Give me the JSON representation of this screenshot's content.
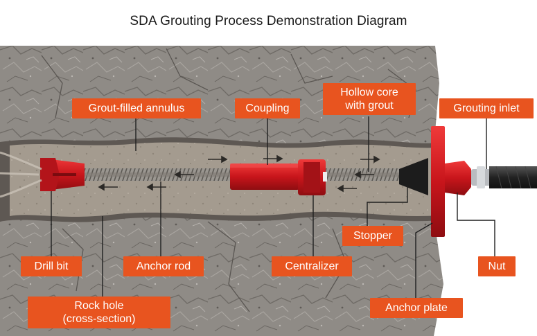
{
  "title": "SDA Grouting Process Demonstration Diagram",
  "labels": {
    "grout_annulus": "Grout-filled annulus",
    "coupling": "Coupling",
    "hollow_core_1": "Hollow core",
    "hollow_core_2": "with grout",
    "grouting_inlet": "Grouting inlet",
    "stopper": "Stopper",
    "drill_bit": "Drill bit",
    "anchor_rod": "Anchor rod",
    "centralizer": "Centralizer",
    "nut": "Nut",
    "rock_hole_1": "Rock hole",
    "rock_hole_2": "(cross-section)",
    "anchor_plate": "Anchor plate"
  },
  "colors": {
    "label_bg": "#e8541f",
    "steel_red": "#d11a1f",
    "rock": "#8f8b86",
    "grout": "#a49b8f"
  },
  "icons": {
    "grout_flow": "arrow-icon"
  }
}
